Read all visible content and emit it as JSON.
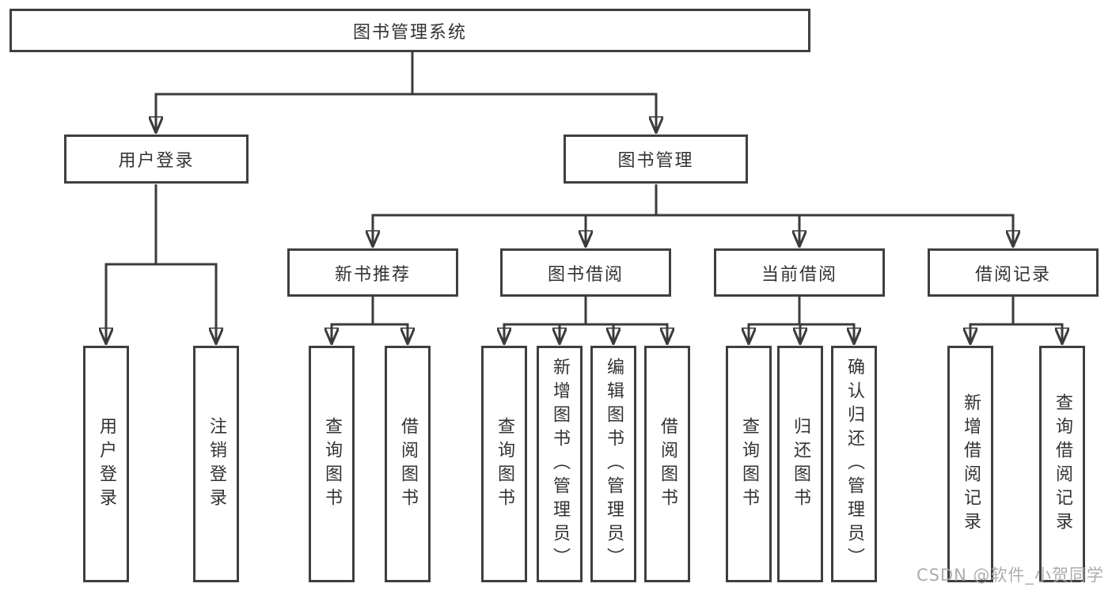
{
  "tree": {
    "root": "图书管理系统",
    "children": [
      {
        "label": "用户登录",
        "children": [
          "用户登录",
          "注销登录"
        ]
      },
      {
        "label": "图书管理",
        "children": [
          {
            "label": "新书推荐",
            "children": [
              "查询图书",
              "借阅图书"
            ]
          },
          {
            "label": "图书借阅",
            "children": [
              "查询图书",
              "新增图书（管理员）",
              "编辑图书（管理员）",
              "借阅图书"
            ]
          },
          {
            "label": "当前借阅",
            "children": [
              "查询图书",
              "归还图书",
              "确认归还（管理员）"
            ]
          },
          {
            "label": "借阅记录",
            "children": [
              "新增借阅记录",
              "查询借阅记录"
            ]
          }
        ]
      }
    ]
  },
  "watermark": {
    "text": "CSDN @软件_小贺同学"
  },
  "colors": {
    "line": "#3b3b3b",
    "box_border": "#3f3f3f",
    "text": "#333333",
    "watermark": "#a6a6a6",
    "background": "#ffffff"
  }
}
